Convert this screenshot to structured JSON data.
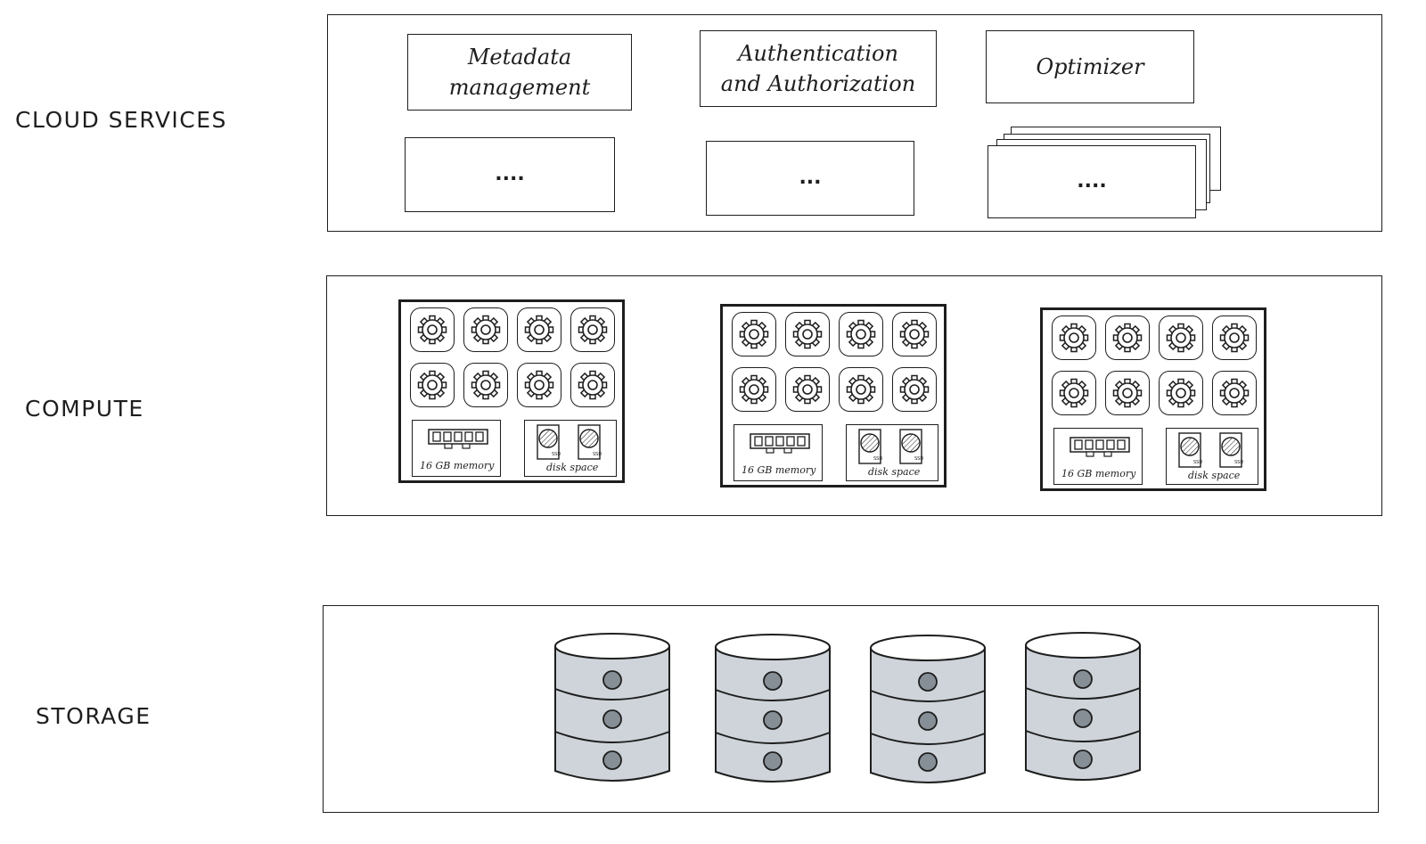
{
  "layers": {
    "cloud_services": "CLOUD SERVICES",
    "compute": "COMPUTE",
    "storage": "STORAGE"
  },
  "services": [
    {
      "label": "Metadata\nmanagement"
    },
    {
      "label": "Authentication\nand Authorization"
    },
    {
      "label": "Optimizer"
    }
  ],
  "placeholders": [
    {
      "label": "...."
    },
    {
      "label": "..."
    },
    {
      "label": "...."
    }
  ],
  "nodes": [
    {
      "memory_label": "16 GB memory",
      "disk_label": "disk space",
      "ssd_label": "SSD"
    },
    {
      "memory_label": "16 GB memory",
      "disk_label": "disk space",
      "ssd_label": "SSD"
    },
    {
      "memory_label": "16 GB memory",
      "disk_label": "disk space",
      "ssd_label": "SSD"
    }
  ],
  "storage_fill": "#ced4da"
}
